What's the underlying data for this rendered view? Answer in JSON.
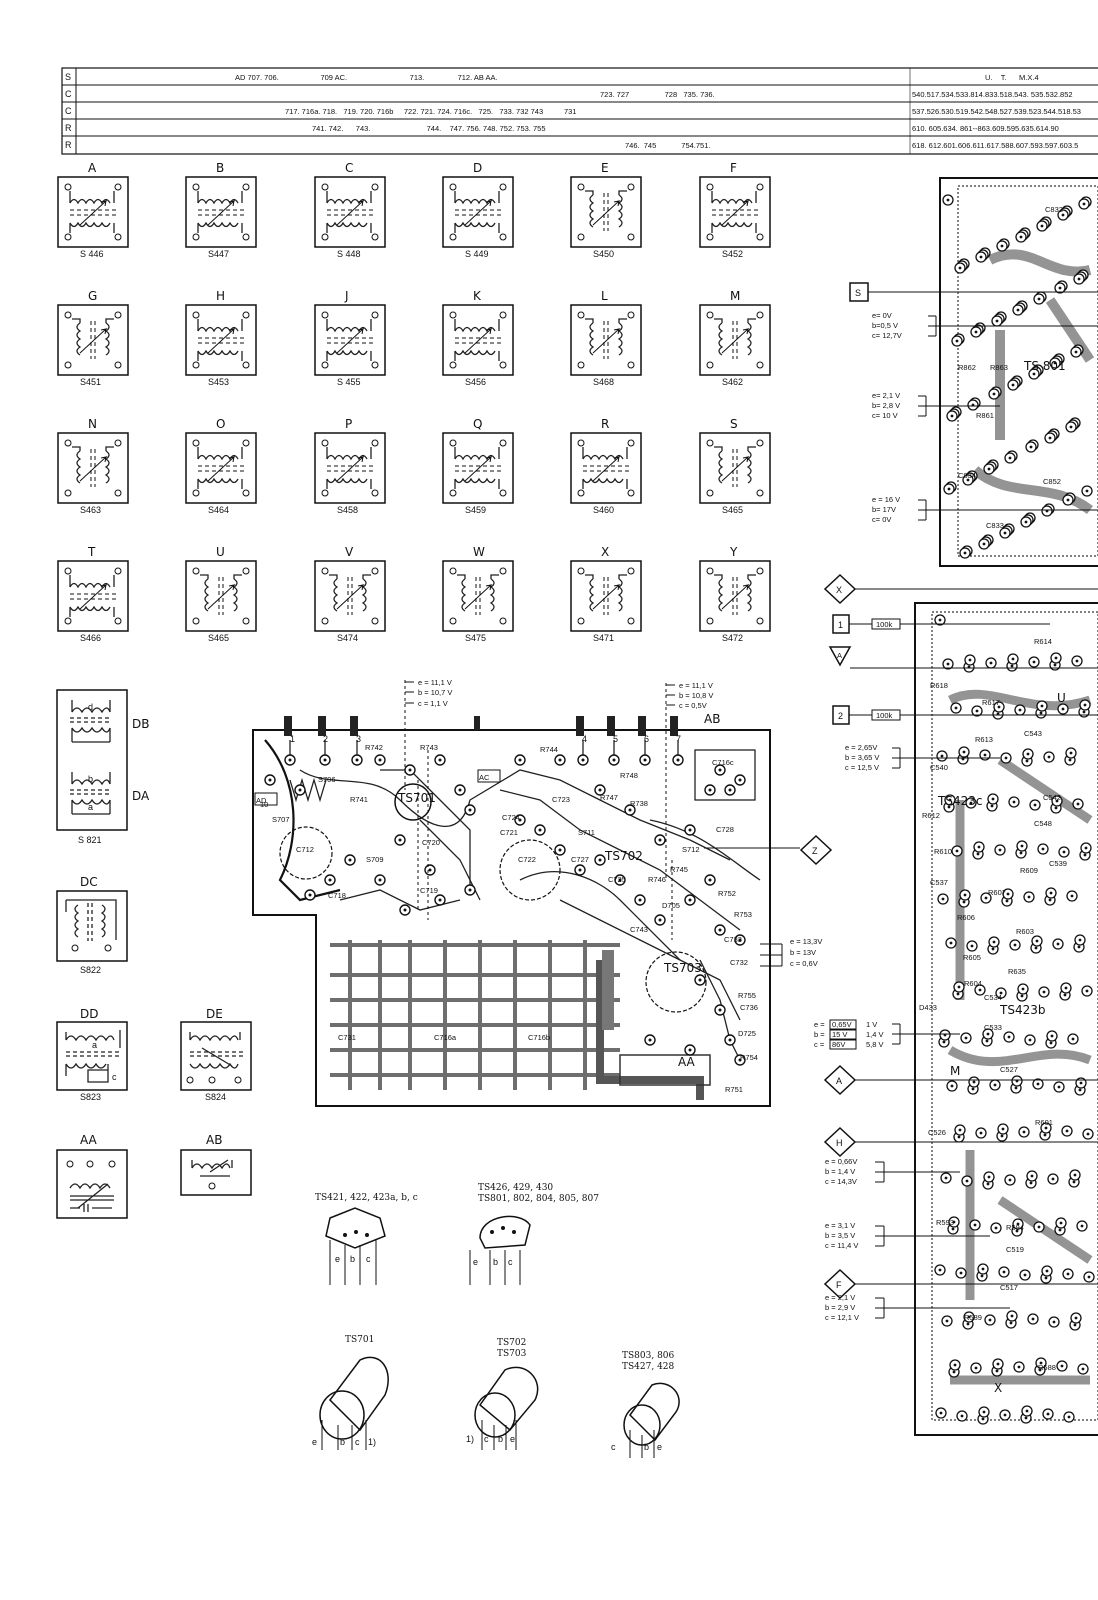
{
  "table": {
    "rows": [
      {
        "type": "S",
        "text": "AD 707. 706.                    709 AC.                              713.                712. AB AA.",
        "right": "U.    T.      M.X.4"
      },
      {
        "type": "C",
        "text": "723. 727                 728   735. 736.",
        "right": "540.517.534.533.814.833.518.543. 535.532.852"
      },
      {
        "type": "C",
        "text": "717. 716a. 718.   719. 720. 716b     722. 721. 724. 716c.   725.   733. 732 743          731",
        "right": "537.526.530.519.542.548.527.539.523.544.518.53"
      },
      {
        "type": "R",
        "text": "741. 742.      743.                           744.    747. 756. 748. 752. 753. 755",
        "right": "610. 605.634.  861--863.609.595.635.614.90"
      },
      {
        "type": "R",
        "text": "746.  745            754.751.",
        "right": "618. 612.601.606.611.617.588.607.593.597.603.5"
      }
    ]
  },
  "coils": [
    {
      "letter": "A",
      "code": "S 446"
    },
    {
      "letter": "B",
      "code": "S447"
    },
    {
      "letter": "C",
      "code": "S 448"
    },
    {
      "letter": "D",
      "code": "S 449"
    },
    {
      "letter": "E",
      "code": "S450"
    },
    {
      "letter": "F",
      "code": "S452"
    },
    {
      "letter": "G",
      "code": "S451"
    },
    {
      "letter": "H",
      "code": "S453"
    },
    {
      "letter": "J",
      "code": "S 455"
    },
    {
      "letter": "K",
      "code": "S456"
    },
    {
      "letter": "L",
      "code": "S468"
    },
    {
      "letter": "M",
      "code": "S462"
    },
    {
      "letter": "N",
      "code": "S463"
    },
    {
      "letter": "O",
      "code": "S464"
    },
    {
      "letter": "P",
      "code": "S458"
    },
    {
      "letter": "Q",
      "code": "S459"
    },
    {
      "letter": "R",
      "code": "S460"
    },
    {
      "letter": "S",
      "code": "S465"
    },
    {
      "letter": "T",
      "code": "S466"
    },
    {
      "letter": "U",
      "code": "S465"
    },
    {
      "letter": "V",
      "code": "S474"
    },
    {
      "letter": "W",
      "code": "S475"
    },
    {
      "letter": "X",
      "code": "S471"
    },
    {
      "letter": "Y",
      "code": "S472"
    }
  ],
  "side_coils": {
    "db": "DB",
    "da": "DA",
    "s821": "S 821",
    "dc": "DC",
    "s822": "S822",
    "dd": "DD",
    "s823": "S823",
    "de": "DE",
    "s824": "S824",
    "aa": "AA",
    "ab": "AB"
  },
  "voltages": {
    "top_left": [
      "e = 11,1 V",
      "b = 10,7 V",
      "c = 1,1 V"
    ],
    "top_right": [
      "e = 11,1 V",
      "b = 10,8 V",
      "c = 0,5V"
    ],
    "ts703": [
      "e = 13,3V",
      "b = 13V",
      "c = 0,6V"
    ],
    "s_group": [
      "e= 0V",
      "b=0,5 V",
      "c= 12,7V"
    ],
    "g2": [
      "e= 2,1 V",
      "b= 2,8 V",
      "c= 10 V"
    ],
    "g3": [
      "e = 16 V",
      "b= 17V",
      "c= 0V"
    ],
    "g4": [
      "e = 2,65V",
      "b = 3,65 V",
      "c = 12,5 V"
    ],
    "g5_boxed": [
      "0,65V",
      "15 V",
      "86V"
    ],
    "g5_vals": [
      "1 V",
      "1,4 V",
      "5,8 V"
    ],
    "g6": [
      "e = 0,66V",
      "b = 1,4 V",
      "c = 14,3V"
    ],
    "g7": [
      "e = 3,1 V",
      "b = 3,5 V",
      "c = 11,4 V"
    ],
    "g8": [
      "e = 2,1 V",
      "b = 2,9 V",
      "c = 12,1 V"
    ]
  },
  "connectors": {
    "s": "S",
    "x": "X",
    "one": "1",
    "a_tri": "A",
    "two": "2",
    "a": "A",
    "h": "H",
    "f": "F",
    "z": "Z",
    "r100k_1": "100k",
    "r100k_2": "100k"
  },
  "board_labels": [
    "R742",
    "R743",
    "TS701",
    "R741",
    "AD",
    "AC",
    "S706",
    "S707",
    "C712",
    "S709",
    "C720",
    "C718",
    "C719",
    "R744",
    "C723",
    "R747",
    "R748",
    "R738",
    "C724",
    "C721",
    "S711",
    "C722",
    "C727",
    "TS702",
    "C725",
    "R746",
    "R745",
    "S712",
    "C728",
    "R752",
    "R753",
    "D705",
    "C743",
    "C733",
    "TS703",
    "C732",
    "R755",
    "C736",
    "D725",
    "R754",
    "R751",
    "C731",
    "C716a",
    "C716b",
    "C716c",
    "AA",
    "AB",
    "10"
  ],
  "right_labels": [
    "C832",
    "R862",
    "R863",
    "TS 801",
    "R861",
    "C834",
    "C852",
    "C833",
    "R614",
    "R618",
    "R617",
    "R613",
    "C543",
    "C540",
    "TS423c",
    "C542",
    "R612",
    "C548",
    "R610",
    "R609",
    "C539",
    "C537",
    "R607",
    "R606",
    "R603",
    "R605",
    "R604",
    "R635",
    "TS423b",
    "C534",
    "D433",
    "C533",
    "C527",
    "R601",
    "C526",
    "R593",
    "R594",
    "C519",
    "C517",
    "R589",
    "R588",
    "X",
    "U",
    "M"
  ],
  "transistor_pins": {
    "ts421": {
      "title": "TS421, 422, 423a, b, c",
      "pins": [
        "e",
        "b",
        "c"
      ]
    },
    "ts426": {
      "title1": "TS426, 429, 430",
      "title2": "TS801, 802, 804, 805, 807",
      "pins": [
        "e",
        "b",
        "c"
      ]
    },
    "ts701": {
      "title": "TS701",
      "pins": [
        "e",
        "b",
        "c",
        "1)"
      ]
    },
    "ts702": {
      "title1": "TS702",
      "title2": "TS703",
      "pins": [
        "1)",
        "c",
        "b",
        "e"
      ]
    },
    "ts803": {
      "title1": "TS803, 806",
      "title2": "TS427, 428",
      "pins": [
        "c",
        "b",
        "e"
      ]
    }
  }
}
